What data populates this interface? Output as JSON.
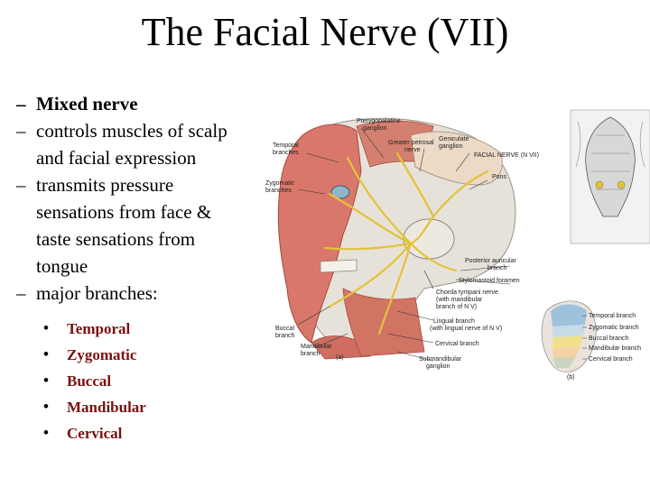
{
  "title": "The Facial Nerve (VII)",
  "bullets": [
    {
      "marker": "–",
      "text": "Mixed nerve",
      "bold": true
    },
    {
      "marker": "–",
      "text": "controls muscles of scalp\nand facial expression",
      "bold": false
    },
    {
      "marker": "–",
      "text": "transmits pressure\nsensations from face &\ntaste sensations from\ntongue",
      "bold": false
    },
    {
      "marker": "–",
      "text": "major branches:",
      "bold": false
    }
  ],
  "branches": {
    "marker": "•",
    "items": [
      "Temporal",
      "Zygomatic",
      "Buccal",
      "Mandibular",
      "Cervical"
    ]
  },
  "figure_a_labels": {
    "pterygopalatine": "Pterygopalatine",
    "ganglion1": "ganglion",
    "geniculate": "Geniculate",
    "ganglion2": "ganglion",
    "greater_petrosal": "Greater petrosal",
    "nerve": "nerve",
    "facial_nerve": "FACIAL NERVE (N VII)",
    "pons": "Pons",
    "temporal": "Temporal",
    "branches1": "branches",
    "zygomatic": "Zygomatic",
    "branches2": "branches",
    "posterior_auricular": "Posterior auricular",
    "branch1": "branch",
    "stylomastoid": "Stylomastoid foramen",
    "chorda1": "Chorda tympani nerve",
    "chorda2": "(with mandibular",
    "chorda3": "branch of N V)",
    "lingual1": "Lingual branch",
    "lingual2": "(with lingual nerve of N V)",
    "buccal": "Buccal",
    "branch2": "branch",
    "mandibular": "Mandibular",
    "branch3": "branch",
    "cervical": "Cervical branch",
    "submandibular": "Submandibular",
    "ganglion3": "ganglion",
    "fig_a": "(a)"
  },
  "figure_b_labels": [
    "Temporal branch",
    "Zygomatic branch",
    "Buccal branch",
    "Mandibular branch",
    "Cervical branch"
  ],
  "figure_b_tag": "(b)",
  "colors": {
    "nerve": "#e3c23a",
    "muscle": "#d9786a",
    "bone": "#e6e2da",
    "branch_text": "#7a1010"
  }
}
